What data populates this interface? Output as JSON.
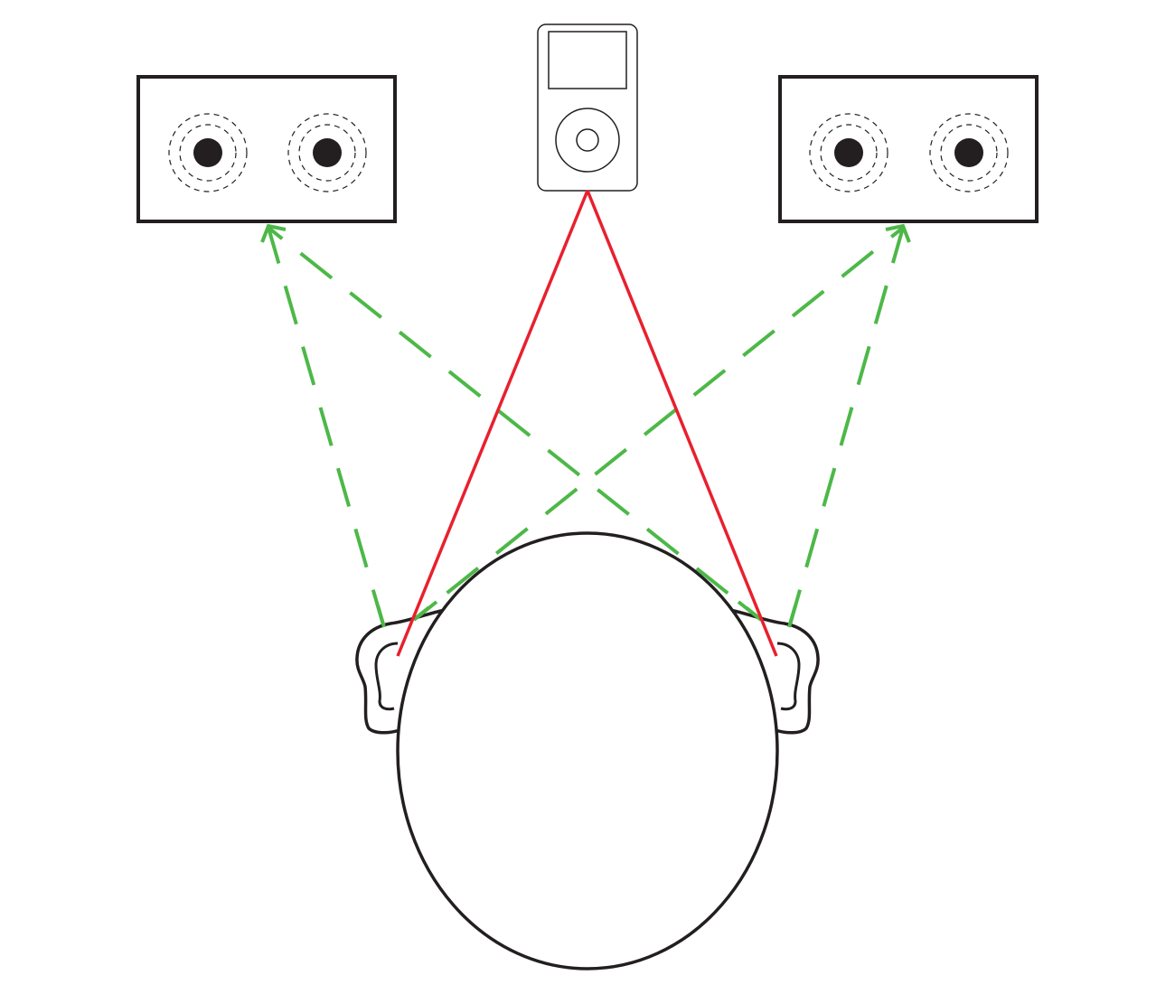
{
  "diagram": {
    "description_visible_text": "",
    "colors": {
      "outline": "#231f20",
      "speaker_fill": "#231f20",
      "direct_path": "#e8202e",
      "speaker_path": "#4db848",
      "background": "#ffffff"
    },
    "elements": {
      "left_speaker": "speaker",
      "right_speaker": "speaker",
      "player": "music-player",
      "listener": "head-top-view"
    }
  }
}
